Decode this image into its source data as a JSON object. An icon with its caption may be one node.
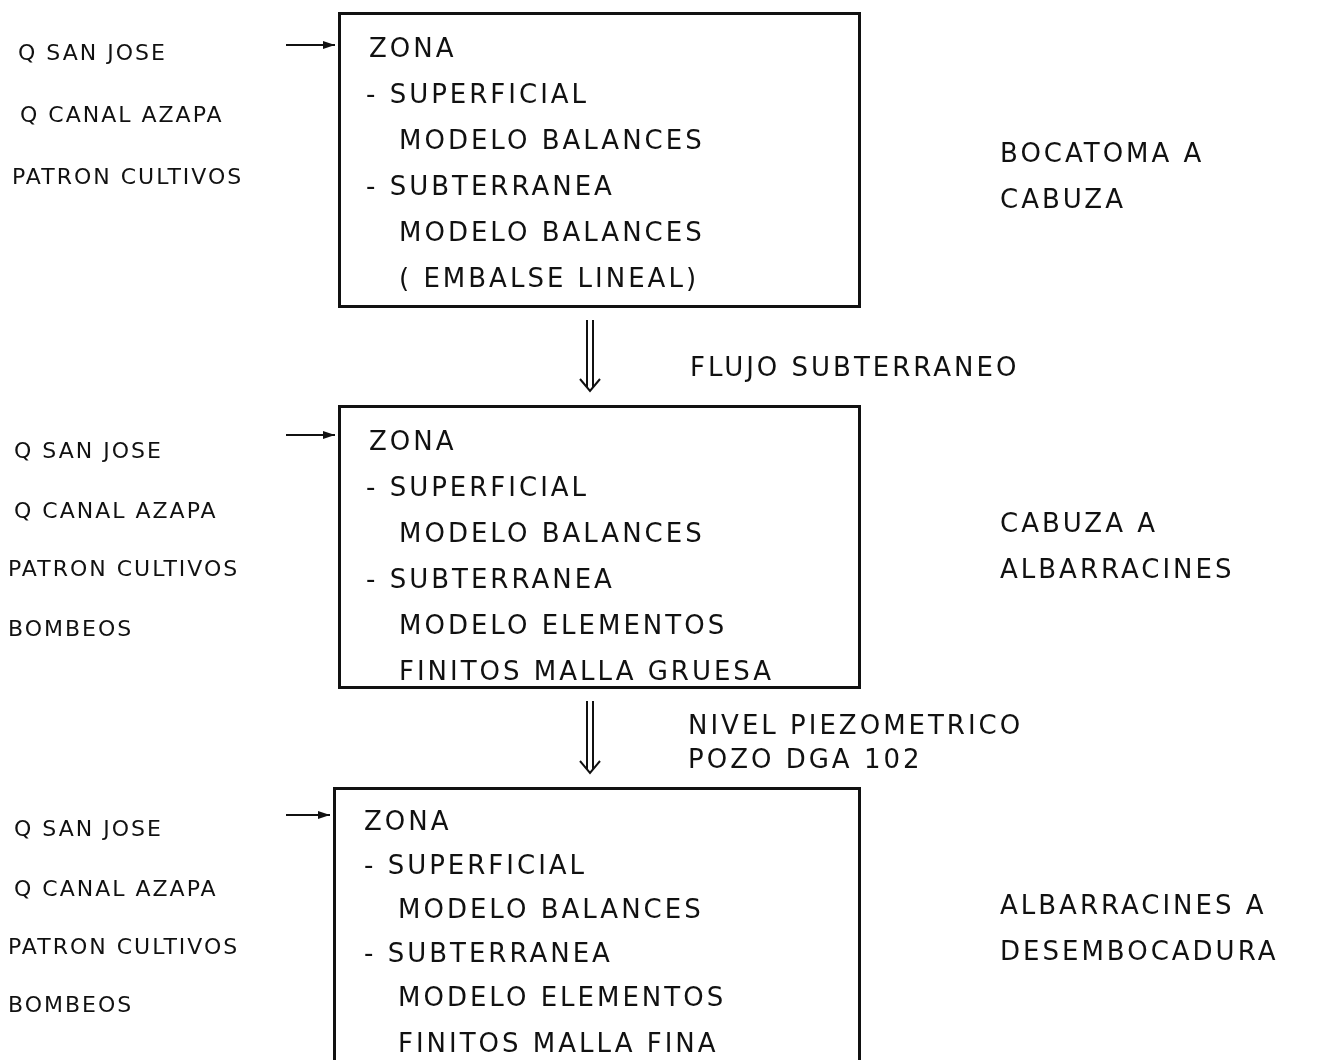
{
  "diagram": {
    "nodes": [
      {
        "text": [
          "Q SAN JOSE",
          "Q CANAL AZAPA",
          "PATRON CULTIVOS"
        ]
      },
      {
        "text": [
          "ZONA",
          "- SUPERFICIAL",
          "MODELO BALANCES",
          "- SUBTERRANEA",
          "MODELO BALANCES",
          "( EMBALSE LINEAL)"
        ]
      },
      {
        "text": [
          "Q SAN JOSE",
          "Q CANAL AZAPA",
          "PATRON CULTIVOS",
          "BOMBEOS"
        ]
      },
      {
        "text": [
          "ZONA",
          "- SUPERFICIAL",
          "MODELO BALANCES",
          "- SUBTERRANEA",
          "MODELO ELEMENTOS",
          "FINITOS MALLA GRUESA"
        ]
      },
      {
        "text": [
          "Q SAN JOSE",
          "Q CANAL AZAPA",
          "PATRON CULTIVOS",
          "BOMBEOS"
        ]
      },
      {
        "text": [
          "ZONA",
          "- SUPERFICIAL",
          "MODELO BALANCES",
          "- SUBTERRANEA",
          "MODELO ELEMENTOS",
          "FINITOS MALLA FINA"
        ]
      }
    ],
    "edges": [
      {
        "from": 0,
        "to": 1,
        "arrow": "to"
      },
      {
        "from": 2,
        "to": 3,
        "arrow": "to"
      },
      {
        "from": 4,
        "to": 5,
        "arrow": "to"
      },
      {
        "from": 1,
        "to": 3,
        "arrow": "to",
        "label": "FLUJO SUBTERRANEO"
      },
      {
        "from": 3,
        "to": 5,
        "arrow": "to",
        "label": "NIVEL PIEZOMETRICO POZO DGA 102"
      }
    ],
    "labels": [
      "BOCATOMA A CABUZA",
      "CABUZA A ALBARRACINES",
      "ALBARRACINES A DESEMBOCADURA"
    ]
  }
}
